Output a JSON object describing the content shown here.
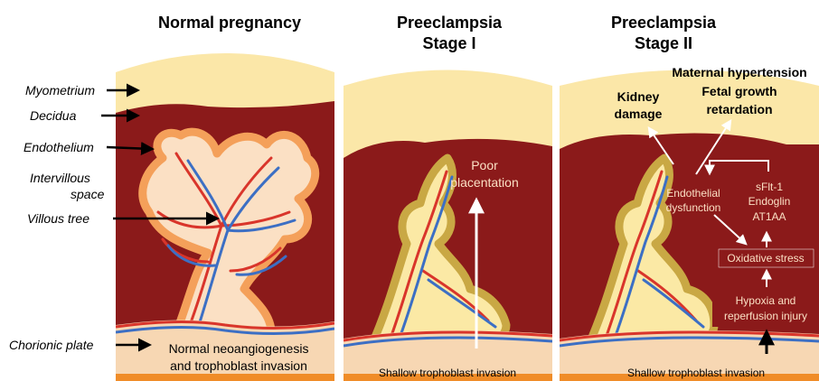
{
  "panels": {
    "normal": {
      "title": "Normal pregnancy",
      "bottom_line1": "Normal neoangiogenesis",
      "bottom_line2": "and trophoblast invasion"
    },
    "stage1": {
      "title_line1": "Preeclampsia",
      "title_line2": "Stage I",
      "poor_line1": "Poor",
      "poor_line2": "placentation",
      "bottom": "Shallow trophoblast invasion"
    },
    "stage2": {
      "title_line1": "Preeclampsia",
      "title_line2": "Stage II",
      "bottom": "Shallow trophoblast invasion",
      "maternal_hypertension": "Maternal hypertension",
      "fetal_line1": "Fetal growth",
      "fetal_line2": "retardation",
      "kidney_line1": "Kidney",
      "kidney_line2": "damage",
      "endo_line1": "Endothelial",
      "endo_line2": "dysfunction",
      "factor1": "sFlt-1",
      "factor2": "Endoglin",
      "factor3": "AT1AA",
      "oxidative": "Oxidative stress",
      "hypoxia_line1": "Hypoxia and",
      "hypoxia_line2": "reperfusion injury"
    }
  },
  "labels": {
    "myometrium": "Myometrium",
    "decidua": "Decidua",
    "endothelium": "Endothelium",
    "intervillous_line1": "Intervillous",
    "intervillous_line2": "space",
    "villous_tree": "Villous tree",
    "chorionic_plate": "Chorionic plate"
  },
  "colors": {
    "myometrium": "#fbe7a8",
    "decidua": "#8b1a1a",
    "villus_outer": "#f4a05a",
    "villus_inner": "#fbe0c4",
    "shallow_outer": "#c9a844",
    "shallow_inner": "#fbe9a5",
    "artery": "#d9352b",
    "vein": "#3c6fc4",
    "plate": "#f7d7b3"
  }
}
